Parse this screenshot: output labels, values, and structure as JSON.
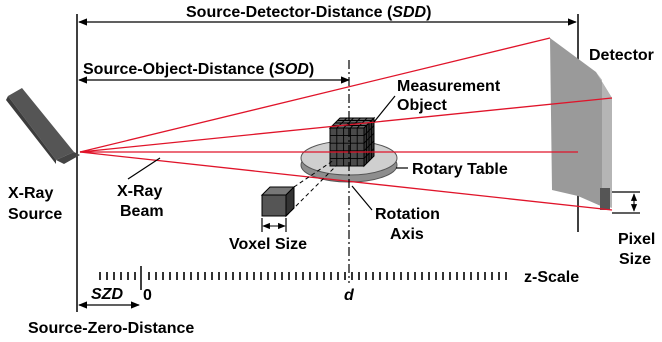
{
  "labels": {
    "sdd_prefix": "Source-Detector-Distance (",
    "sdd_abbr": "SDD",
    "sdd_suffix": ")",
    "sod_prefix": "Source-Object-Distance (",
    "sod_abbr": "SOD",
    "sod_suffix": ")",
    "detector": "Detector",
    "measurement_object_line1": "Measurement",
    "measurement_object_line2": "Object",
    "rotary_table": "Rotary Table",
    "xray_source_line1": "X-Ray",
    "xray_source_line2": "Source",
    "xray_beam_line1": "X-Ray",
    "xray_beam_line2": "Beam",
    "voxel_size": "Voxel Size",
    "rotation_axis_line1": "Rotation",
    "rotation_axis_line2": "Axis",
    "pixel_size_line1": "Pixel",
    "pixel_size_line2": "Size",
    "z_scale": "z-Scale",
    "szd": "SZD",
    "zero": "0",
    "d": "d",
    "source_zero_distance": "Source-Zero-Distance"
  },
  "colors": {
    "beam": "#e0142a",
    "dark_gray": "#555555",
    "mid_gray": "#9a9a9a",
    "light_gray": "#c8c8c8",
    "black": "#000000"
  }
}
